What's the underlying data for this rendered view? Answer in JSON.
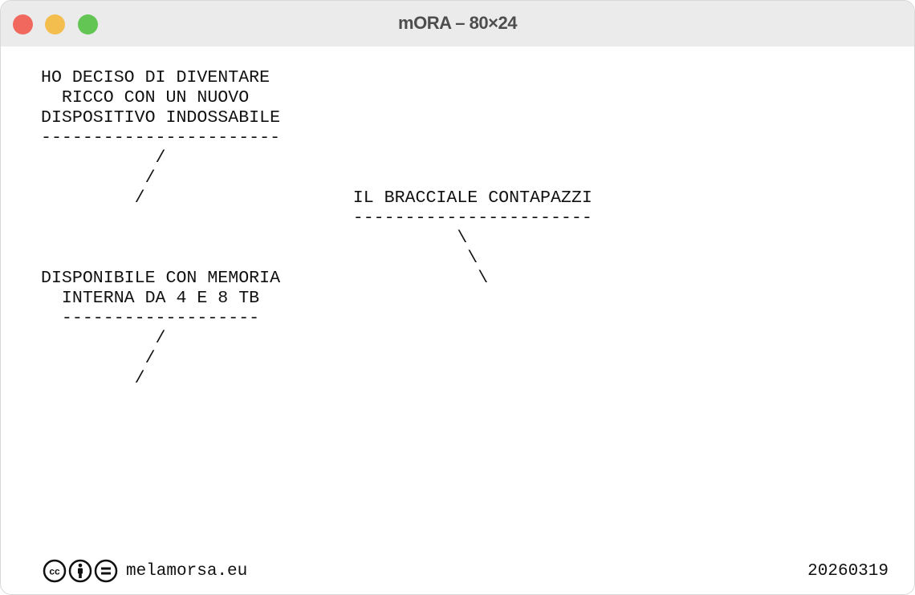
{
  "window": {
    "title": "mORA – 80×24"
  },
  "terminal": {
    "lines": [
      "HO DECISO DI DIVENTARE",
      "  RICCO CON UN NUOVO",
      "DISPOSITIVO INDOSSABILE",
      "-----------------------",
      "           /",
      "          /",
      "         /                    IL BRACCIALE CONTAPAZZI",
      "                              -----------------------",
      "                                        \\",
      "                                         \\",
      "DISPONIBILE CON MEMORIA                   \\",
      "  INTERNA DA 4 E 8 TB",
      "  -------------------",
      "           /",
      "          /",
      "         /"
    ]
  },
  "footer": {
    "license_icons": [
      "cc-icon",
      "by-attribution-icon",
      "nd-no-derivatives-icon"
    ],
    "site": "melamorsa.eu",
    "date": "20260319"
  }
}
